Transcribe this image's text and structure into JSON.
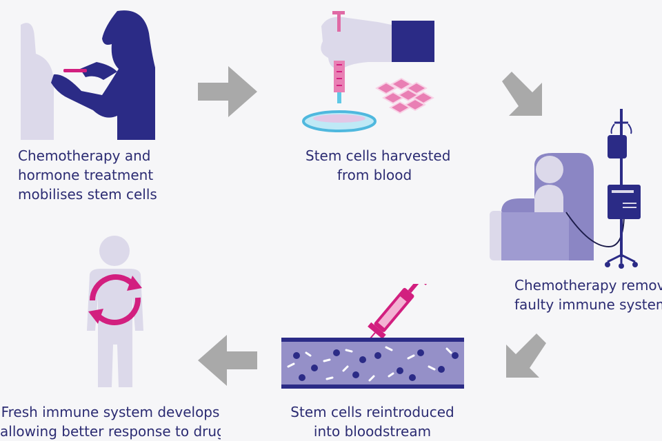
{
  "steps": [
    {
      "id": 1,
      "lines": [
        "Chemotherapy and",
        "hormone treatment",
        "mobilises stem cells"
      ]
    },
    {
      "id": 2,
      "lines": [
        "Stem cells harvested",
        "from blood"
      ]
    },
    {
      "id": 3,
      "lines": [
        "Chemotherapy removes",
        "faulty immune system"
      ]
    },
    {
      "id": 4,
      "lines": [
        "Stem cells reintroduced",
        "into bloodstream"
      ]
    },
    {
      "id": 5,
      "lines": [
        "Fresh immune system develops",
        "allowing better response to drugs"
      ]
    }
  ],
  "colors": {
    "navy": "#2a2a82",
    "lavender": "#d9d6e8",
    "lilac": "#8b86c4",
    "magenta": "#d21f7f",
    "pink": "#e97fb4",
    "grey_arrow": "#a9a9a9",
    "cyan": "#5fc8e6"
  },
  "icons": [
    "injection-scene-icon",
    "lab-harvest-icon",
    "iv-chair-icon",
    "syringe-bloodstream-icon",
    "renewal-person-icon"
  ]
}
